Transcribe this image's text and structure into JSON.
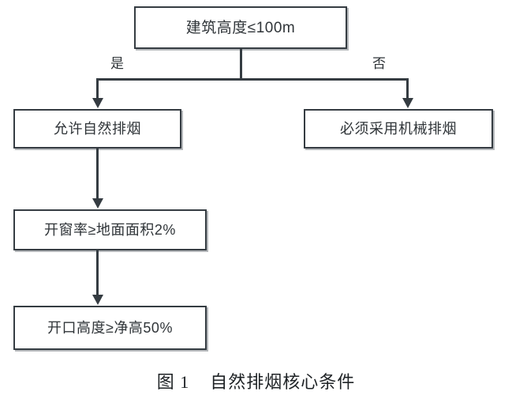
{
  "figure": {
    "caption_number": "图 1",
    "caption_title": "自然排烟核心条件",
    "caption_full": "图 1    自然排烟核心条件"
  },
  "colors": {
    "box_border": "#353c42",
    "box_fill": "#ffffff",
    "connector": "#353c42",
    "text": "#2f3438",
    "caption_text": "#1e2225",
    "page_background": "#ffffff"
  },
  "flowchart": {
    "type": "decision-flowchart",
    "orientation": "top-down",
    "nodes": [
      {
        "id": "root",
        "role": "decision",
        "label": "建筑高度≤100m"
      },
      {
        "id": "natural",
        "role": "outcome",
        "label": "允许自然排烟"
      },
      {
        "id": "mechanical",
        "role": "outcome",
        "label": "必须采用机械排烟"
      },
      {
        "id": "window-rate",
        "role": "condition",
        "label": "开窗率≥地面面积2%"
      },
      {
        "id": "opening-height",
        "role": "condition",
        "label": "开口高度≥净高50%"
      }
    ],
    "edges": [
      {
        "from": "root",
        "to": "natural",
        "label": "是"
      },
      {
        "from": "root",
        "to": "mechanical",
        "label": "否"
      },
      {
        "from": "natural",
        "to": "window-rate",
        "label": ""
      },
      {
        "from": "window-rate",
        "to": "opening-height",
        "label": ""
      }
    ],
    "branch_labels": {
      "yes": "是",
      "no": "否"
    }
  }
}
